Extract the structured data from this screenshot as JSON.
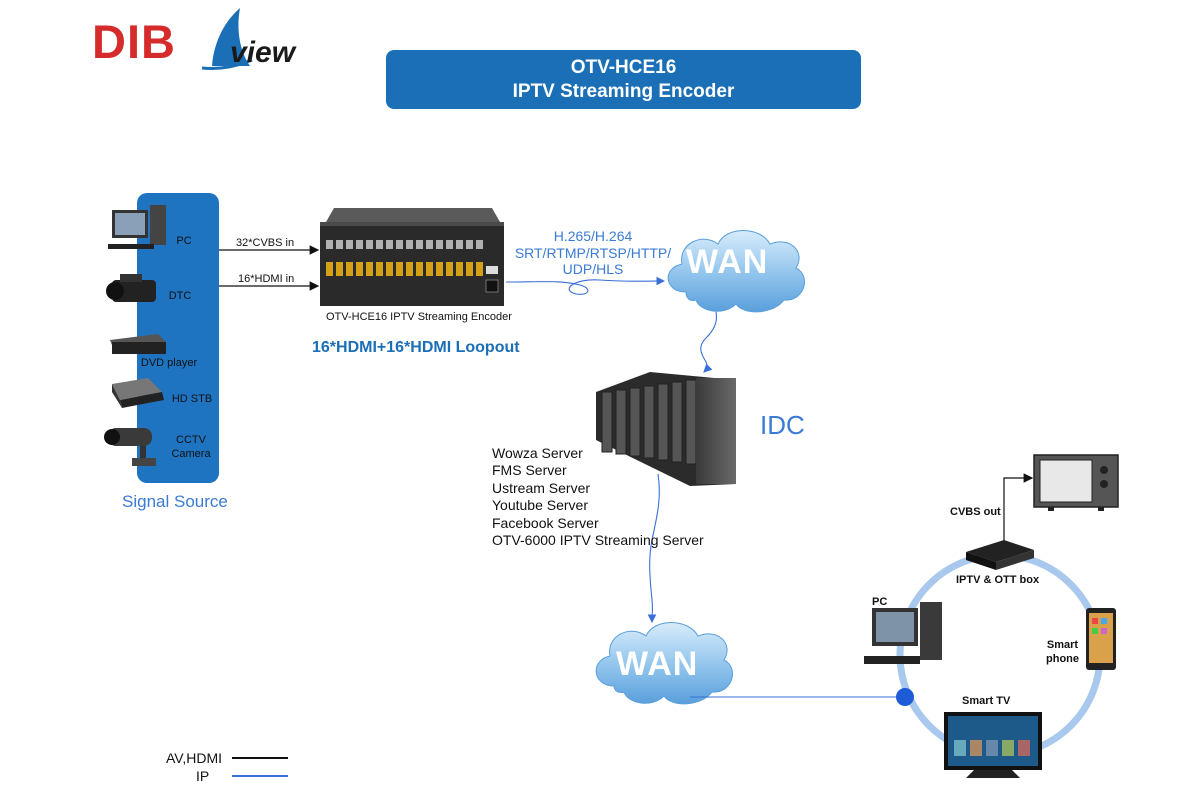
{
  "logo": {
    "brand": "DIB",
    "suffix": "view"
  },
  "title": {
    "line1": "OTV-HCE16",
    "line2": "IPTV Streaming Encoder"
  },
  "signal_source": {
    "title": "Signal Source",
    "items": [
      "PC",
      "DTC",
      "DVD player",
      "HD STB",
      "CCTV Camera"
    ]
  },
  "inputs": {
    "cvbs": "32*CVBS in",
    "hdmi": "16*HDMI in"
  },
  "encoder": {
    "caption": "OTV-HCE16 IPTV Streaming Encoder",
    "loopout": "16*HDMI+16*HDMI Loopout"
  },
  "protocols": {
    "line1": "H.265/H.264",
    "line2": "SRT/RTMP/RTSP/HTTP/",
    "line3": "UDP/HLS"
  },
  "wan_top": "WAN",
  "wan_bottom": "WAN",
  "idc": "IDC",
  "servers": [
    "Wowza Server",
    "FMS Server",
    "Ustream Server",
    "Youtube Server",
    "Facebook Server",
    "OTV-6000 IPTV Streaming Server"
  ],
  "endpoints": {
    "cvbs_out": "CVBS out",
    "box": "IPTV & OTT box",
    "pc": "PC",
    "phone_line1": "Smart",
    "phone_line2": "phone",
    "tv": "Smart TV"
  },
  "legend": {
    "av": "AV,HDMI",
    "ip": "IP"
  },
  "colors": {
    "accent": "#1a6fb6",
    "brand_red": "#d62b2b",
    "ip_line": "#3a6fd8",
    "ring": "#a9c8ee"
  }
}
